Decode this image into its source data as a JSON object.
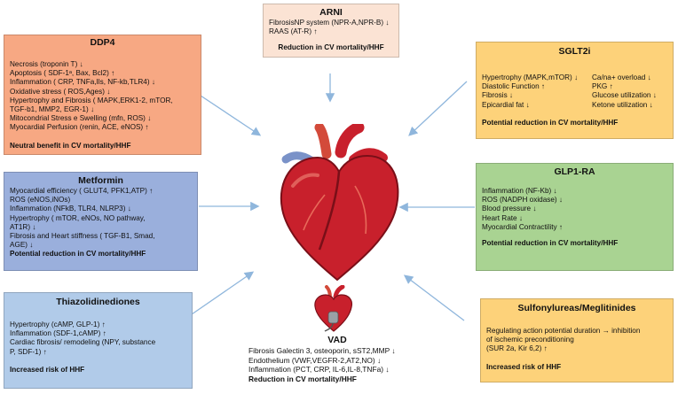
{
  "colors": {
    "arni": "#fbe3d4",
    "ddp4": "#f7a883",
    "sglt2i": "#fdd27a",
    "metformin": "#9aafdc",
    "glp1": "#a9d392",
    "tzd": "#b1cbe9",
    "sulfo": "#fdd27a",
    "arrow": "#8fb6dc",
    "heart_red": "#c8202c",
    "heart_dark": "#7a0f18",
    "vessel": "#d34a3a"
  },
  "boxes": {
    "arni": {
      "title": "ARNI",
      "lines": [
        "FibrosisNP system (NPR-A,NPR-B) ↓",
        "RAAS (AT-R) ↑"
      ],
      "summary": "Reduction in CV mortality/HHF"
    },
    "ddp4": {
      "title": "DDP4",
      "lines": [
        "Necrosis (troponin T) ↓",
        "Apoptosis ( SDF-1ᵃ, Bax, Bcl2) ↑",
        "Inflammation ( CRP, TNFa,Ils, NF-kb,TLR4) ↓",
        "Oxidative stress ( ROS,Ages) ↓",
        "Hypertrophy and Fibrosis ( MAPK,ERK1-2, mTOR,",
        "TGF-b1, MMP2, EGR-1) ↓",
        "Mitocondrial Stress e Swelling (mfn, ROS) ↓",
        "Myocardial Perfusion (renin, ACE, eNOS) ↑"
      ],
      "summary": "Neutral benefit in CV mortality/HHF"
    },
    "sglt2i": {
      "title": "SGLT2i",
      "col1": [
        "Hypertrophy (MAPK,mTOR) ↓",
        "Diastolic Function ↑",
        "Fibrosis ↓",
        "Epicardial fat ↓"
      ],
      "col2": [
        "Ca/na+ overload ↓",
        "PKG ↑",
        "Glucose utilization ↓",
        "Ketone utilization ↓"
      ],
      "summary": "Potential reduction in CV mortality/HHF"
    },
    "metformin": {
      "title": "Metformin",
      "lines": [
        "Myocardial efficiency ( GLUT4, PFK1,ATP) ↑",
        "ROS (eNOS,iNOs)",
        "Inflammation (NFkB, TLR4, NLRP3) ↓",
        "Hypertrophy ( mTOR, eNOs, NO pathway,",
        "AT1R) ↓",
        "Fibrosis and Heart stiffness ( TGF-B1, Smad,",
        "AGE) ↓"
      ],
      "summary": "Potential reduction in CV mortality/HHF"
    },
    "glp1": {
      "title": "GLP1-RA",
      "lines": [
        "Inflammation (NF-Kb) ↓",
        "ROS (NADPH oxidase) ↓",
        "Blood pressure ↓",
        "Heart Rate ↓",
        "Myocardial Contractility ↑"
      ],
      "summary": "Potential reduction in CV mortality/HHF"
    },
    "tzd": {
      "title": "Thiazolidinediones",
      "lines": [
        "Hypertrophy (cAMP, GLP-1) ↑",
        "Inflammation (SDF-1,cAMP) ↑",
        "Cardiac fibrosis/ remodeling (NPY, substance",
        "P, SDF-1) ↑"
      ],
      "summary": "Increased risk of HHF"
    },
    "sulfo": {
      "title": "Sulfonylureas/Meglitinides",
      "lines": [
        "Regulating action potential duration → inhibition",
        "of ischemic preconditioning",
        "(SUR 2a, Kir 6,2) ↑"
      ],
      "summary": "Increased risk of HHF"
    },
    "vad": {
      "title": "VAD",
      "lines": [
        "Fibrosis Galectin 3, osteoporin, sST2,MMP ↓",
        "Endothelium (VWF,VEGFR-2,AT2,NO) ↓",
        "Inflammation (PCT, CRP, IL-6,IL-8,TNFa) ↓"
      ],
      "summary": "Reduction in CV mortality/HHF"
    }
  }
}
